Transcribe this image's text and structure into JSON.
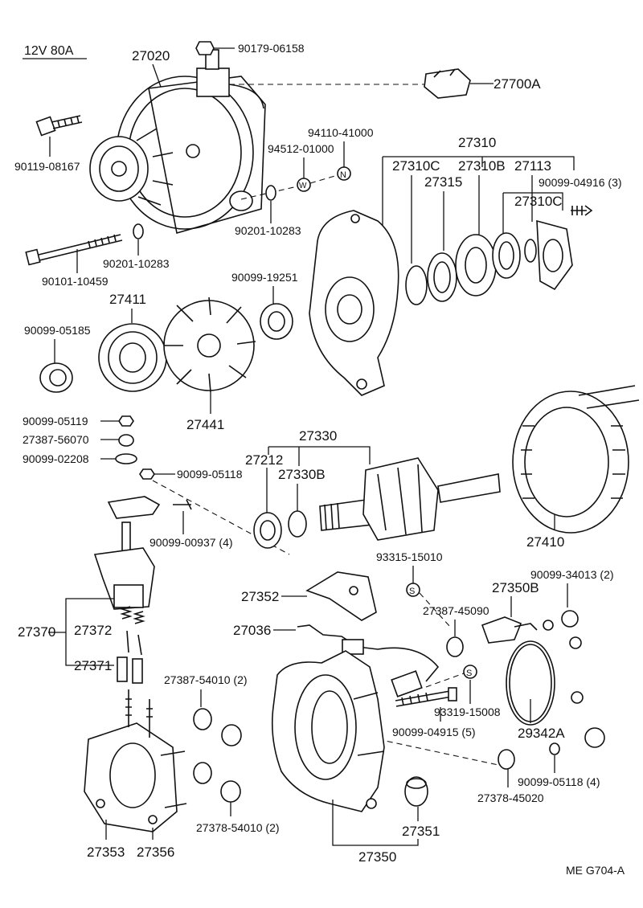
{
  "header": {
    "rating": "12V  80A"
  },
  "footer": {
    "code": "ME  G704-A"
  },
  "part_numbers": {
    "p27020": "27020",
    "p90179_06158": "90179-06158",
    "p27700A": "27700A",
    "p90119_08167": "90119-08167",
    "p94110_41000": "94110-41000",
    "p94512_01000": "94512-01000",
    "p90201_10283_a": "90201-10283",
    "p90201_10283_b": "90201-10283",
    "p90101_10459": "90101-10459",
    "p27310": "27310",
    "p27310C_a": "27310C",
    "p27310B": "27310B",
    "p27113": "27113",
    "p27315": "27315",
    "p90099_04916": "90099-04916 (3)",
    "p27310C_b": "27310C",
    "p90099_19251": "90099-19251",
    "p27411": "27411",
    "p90099_05185": "90099-05185",
    "p27441": "27441",
    "p90099_05119": "90099-05119",
    "p27387_56070": "27387-56070",
    "p90099_02208": "90099-02208",
    "p90099_05118_a": "90099-05118",
    "p27330": "27330",
    "p27212": "27212",
    "p27330B": "27330B",
    "p27410": "27410",
    "p90099_00937": "90099-00937 (4)",
    "p93315_15010": "93315-15010",
    "p27350B": "27350B",
    "p90099_34013": "90099-34013 (2)",
    "p27352": "27352",
    "p27387_45090": "27387-45090",
    "p27036": "27036",
    "p27370": "27370",
    "p27372": "27372",
    "p27371": "27371",
    "p27387_54010": "27387-54010 (2)",
    "p93319_15008": "93319-15008",
    "p90099_04915": "90099-04915 (5)",
    "p29342A": "29342A",
    "p90099_05118_b": "90099-05118 (4)",
    "p27378_45020": "27378-45020",
    "p27378_54010": "27378-54010 (2)",
    "p27351": "27351",
    "p27353": "27353",
    "p27356": "27356",
    "p27350": "27350"
  },
  "symbols": {
    "washer_w": "W",
    "nut_n": "N",
    "stud_s": "S"
  },
  "icons": [
    "alternator-assembly-icon",
    "bearing-icon",
    "pulley-icon",
    "fan-icon",
    "rotor-icon",
    "stator-icon",
    "rectifier-icon",
    "brush-holder-icon",
    "housing-icon"
  ]
}
